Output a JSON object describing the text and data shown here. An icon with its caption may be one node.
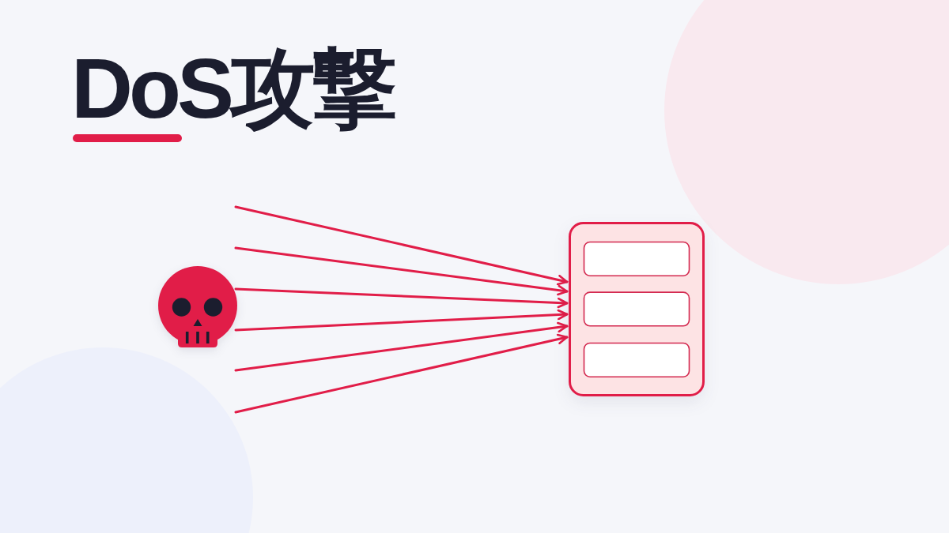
{
  "diagram": {
    "title": "DoS攻撃",
    "nodes": [
      {
        "text": [],
        "shape": "picture"
      },
      {
        "text": [],
        "shape": "box"
      }
    ],
    "edges": [
      {
        "from": 0,
        "to": 1,
        "arrow": "to"
      },
      {
        "from": 0,
        "to": 1,
        "arrow": "to"
      },
      {
        "from": 0,
        "to": 1,
        "arrow": "to"
      },
      {
        "from": 0,
        "to": 1,
        "arrow": "to"
      },
      {
        "from": 0,
        "to": 1,
        "arrow": "to"
      },
      {
        "from": 0,
        "to": 1,
        "arrow": "to"
      }
    ]
  }
}
